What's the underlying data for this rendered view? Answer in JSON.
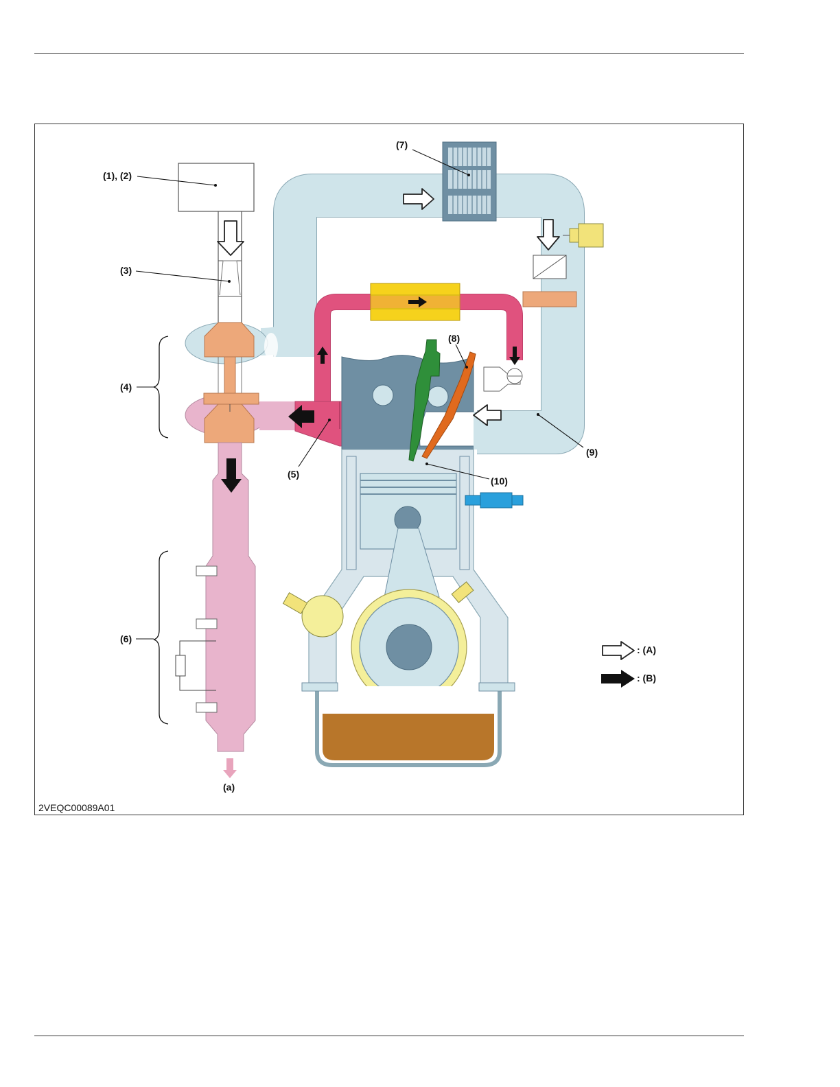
{
  "figure": {
    "code": "2VEQC00089A01",
    "callouts": {
      "c12": "(1), (2)",
      "c3": "(3)",
      "c4": "(4)",
      "c5": "(5)",
      "c6": "(6)",
      "c7": "(7)",
      "c8": "(8)",
      "c9": "(9)",
      "c10": "(10)",
      "ca": "(a)"
    },
    "legend": {
      "a_label": ": (A)",
      "b_label": ": (B)"
    }
  },
  "colors": {
    "intake_air": "#cfe4ea",
    "exhaust": "#e8b4cc",
    "egr": "#e0527e",
    "turbo": "#eda87a",
    "engine_metal": "#6f8fa3",
    "oil": "#b8762a",
    "egr_cooler": "#f6d21c",
    "injector": "#2f8f3a",
    "glow_plug": "#e06a1e",
    "sensor_blue": "#2aa0dc",
    "sensor_yellow": "#f4ef9a"
  }
}
